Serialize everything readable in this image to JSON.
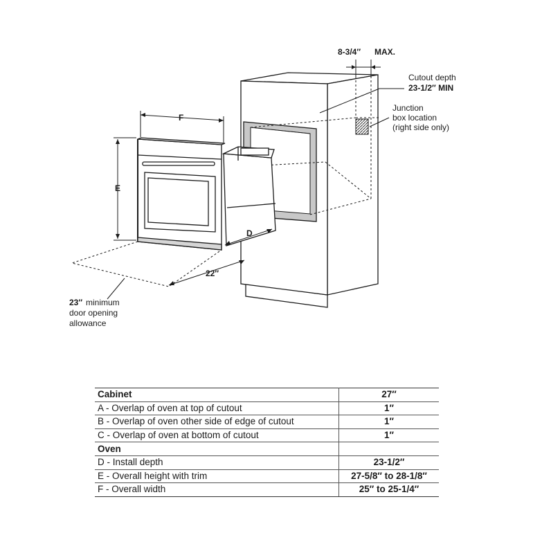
{
  "diagram": {
    "callouts": {
      "max_depth_value": "8-3/4″",
      "max_depth_suffix": "MAX.",
      "cutout_depth_label": "Cutout depth",
      "cutout_depth_value": "23-1/2″ MIN",
      "junction_line1": "Junction",
      "junction_line2": "box location",
      "junction_line3": "(right side only)",
      "dim_f": "F",
      "dim_e": "E",
      "dim_d": "D",
      "dim_22": "22″",
      "door_value": "23″",
      "door_line1": "minimum",
      "door_line2": "door opening",
      "door_line3": "allowance"
    }
  },
  "table": {
    "rows": [
      {
        "label": "Cabinet",
        "value": "27″",
        "section": true
      },
      {
        "label": "A - Overlap of oven at top of cutout",
        "value": "1″"
      },
      {
        "label": "B - Overlap of oven other side of edge of cutout",
        "value": "1″"
      },
      {
        "label": "C - Overlap of oven at bottom of cutout",
        "value": "1″"
      },
      {
        "label": "Oven",
        "value": "",
        "section": true
      },
      {
        "label": "D - Install depth",
        "value": "23-1/2″"
      },
      {
        "label": "E - Overall height with trim",
        "value": "27-5/8″ to 28-1/8″"
      },
      {
        "label": "F - Overall width",
        "value": "25″ to 25-1/4″"
      }
    ]
  }
}
